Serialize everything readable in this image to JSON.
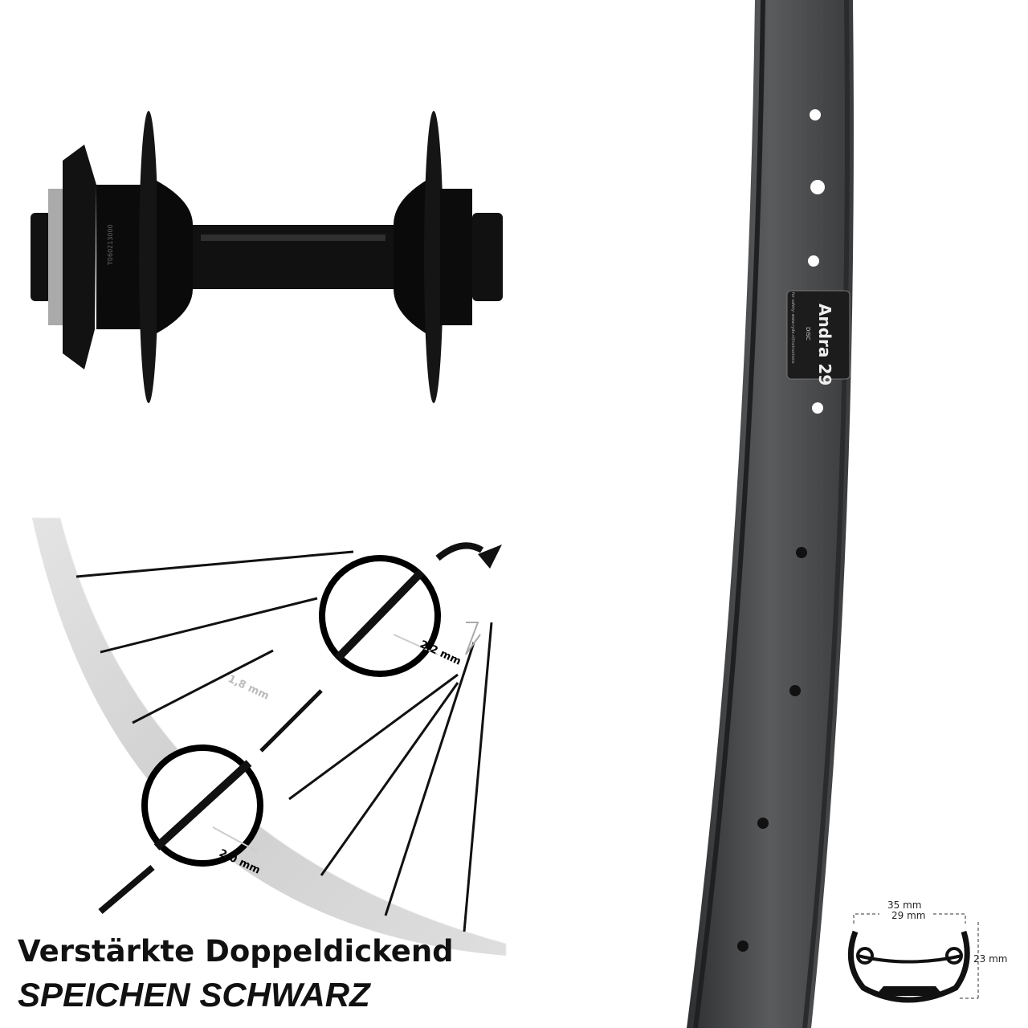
{
  "captions": {
    "line1": "Verstärkte Doppeldickend",
    "line2": "SPEICHEN SCHWARZ"
  },
  "spoke_diagram": {
    "dim_a": "2,2 mm",
    "dim_b": "1,8 mm",
    "dim_c": "2,0 mm"
  },
  "rim_label": {
    "name": "Andra 29",
    "sub": "DISC",
    "note": "for safety: www.ryde.nl/instructions"
  },
  "hub": {
    "serial": "T060213000"
  },
  "profile": {
    "outer_width": "35 mm",
    "inner_width": "29 mm",
    "height": "23 mm"
  },
  "colors": {
    "rim": "#4a4b4d",
    "hub": "#0d0d0d",
    "diagram_band": "#d6d6d6"
  }
}
